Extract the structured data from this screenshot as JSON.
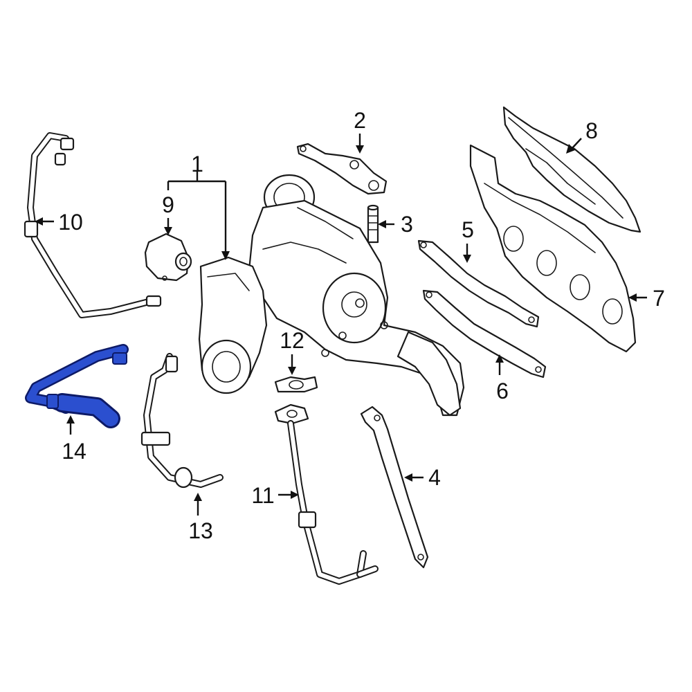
{
  "diagram": {
    "highlight_color": "#2b4fcf",
    "callouts": [
      {
        "id": "1",
        "label": "1"
      },
      {
        "id": "2",
        "label": "2"
      },
      {
        "id": "3",
        "label": "3"
      },
      {
        "id": "4",
        "label": "4"
      },
      {
        "id": "5",
        "label": "5"
      },
      {
        "id": "6",
        "label": "6"
      },
      {
        "id": "7",
        "label": "7"
      },
      {
        "id": "8",
        "label": "8"
      },
      {
        "id": "9",
        "label": "9"
      },
      {
        "id": "10",
        "label": "10"
      },
      {
        "id": "11",
        "label": "11"
      },
      {
        "id": "12",
        "label": "12"
      },
      {
        "id": "13",
        "label": "13"
      },
      {
        "id": "14",
        "label": "14",
        "highlighted": true
      }
    ]
  }
}
